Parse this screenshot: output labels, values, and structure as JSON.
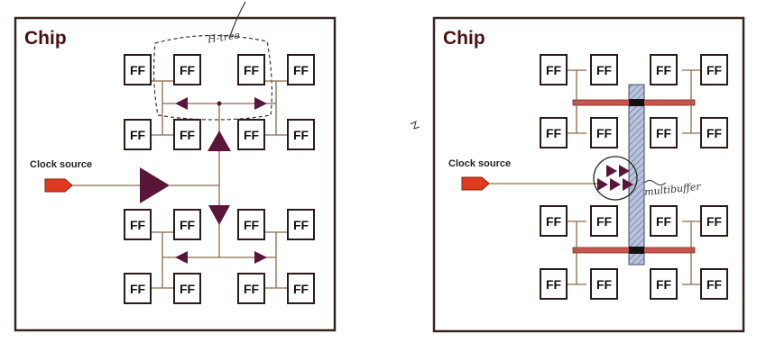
{
  "diagrams": [
    {
      "chip_label": "Chip",
      "clock_source_label": "Clock source",
      "ff_label": "FF",
      "handwritten_notes": [
        "H-tree"
      ]
    },
    {
      "chip_label": "Chip",
      "clock_source_label": "Clock source",
      "ff_label": "FF",
      "handwritten_notes": [
        "multibuffer"
      ]
    }
  ],
  "colors": {
    "chip_border": "#3a2222",
    "buffer": "#5a1638",
    "wire": "#8a6a4a",
    "clock_source": "#e03a1e",
    "mesh_bar": "#c8564e",
    "spine": "#b9c4dc"
  }
}
